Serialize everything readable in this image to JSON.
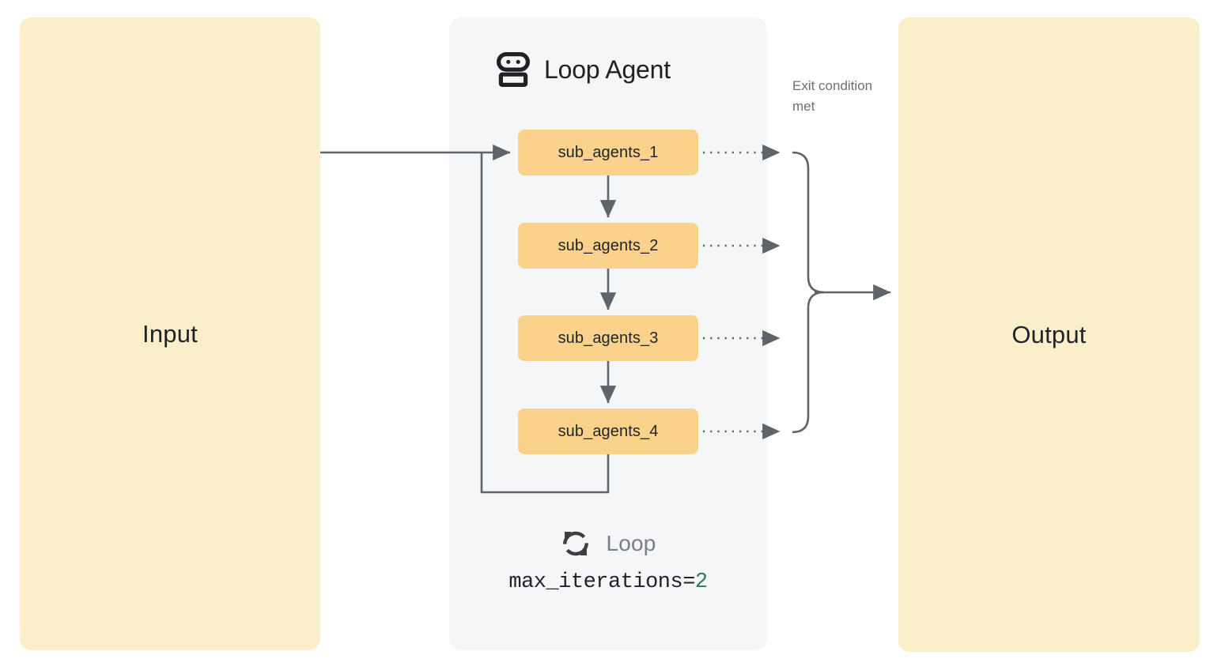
{
  "diagram": {
    "title": "Loop Agent",
    "agent_icon": "robot-icon",
    "input": {
      "label": "Input"
    },
    "output": {
      "label": "Output"
    },
    "sub_agents": [
      {
        "label": "sub_agents_1"
      },
      {
        "label": "sub_agents_2"
      },
      {
        "label": "sub_agents_3"
      },
      {
        "label": "sub_agents_4"
      }
    ],
    "exit_caption": "Exit condition met",
    "loop": {
      "icon": "loop-refresh-icon",
      "label": "Loop",
      "config_key": "max_iterations=",
      "config_value": "2"
    },
    "colors": {
      "io_panel": "#fbefcb",
      "agent_panel": "#f5f6f8",
      "agent_box": "#fad28c",
      "wire": "#5f646b",
      "text_dark": "#1f2328",
      "text_muted": "#6b7077",
      "config_number": "#2e7d5b"
    }
  }
}
